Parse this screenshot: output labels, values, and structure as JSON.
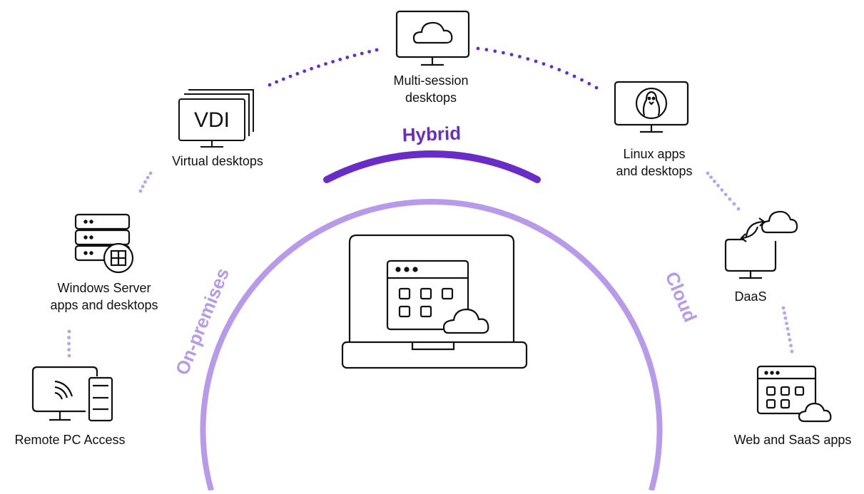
{
  "center_device": "laptop-with-apps-and-cloud",
  "arc_labels": {
    "hybrid": "Hybrid",
    "on_premises": "On-premises",
    "cloud": "Cloud"
  },
  "items": {
    "multi_session": {
      "line1": "Multi-session",
      "line2": "desktops",
      "icon": "monitor-cloud-icon"
    },
    "vdi": {
      "badge": "VDI",
      "label": "Virtual desktops",
      "icon": "vdi-monitor-icon"
    },
    "linux": {
      "line1": "Linux apps",
      "line2": "and desktops",
      "icon": "linux-monitor-icon"
    },
    "windows_server": {
      "line1": "Windows Server",
      "line2": "apps and desktops",
      "icon": "server-windows-icon"
    },
    "daas": {
      "label": "DaaS",
      "icon": "monitor-sync-cloud-icon"
    },
    "remote_pc": {
      "label": "Remote PC Access",
      "icon": "remote-pc-icon"
    },
    "web_saas": {
      "label": "Web and SaaS apps",
      "icon": "web-app-cloud-icon"
    }
  },
  "colors": {
    "accent_dark": "#6a2cc6",
    "accent_light": "#b79bea",
    "dots": "#6a2cc6",
    "dots_light": "#b9a3ec",
    "icon_stroke": "#111111"
  }
}
